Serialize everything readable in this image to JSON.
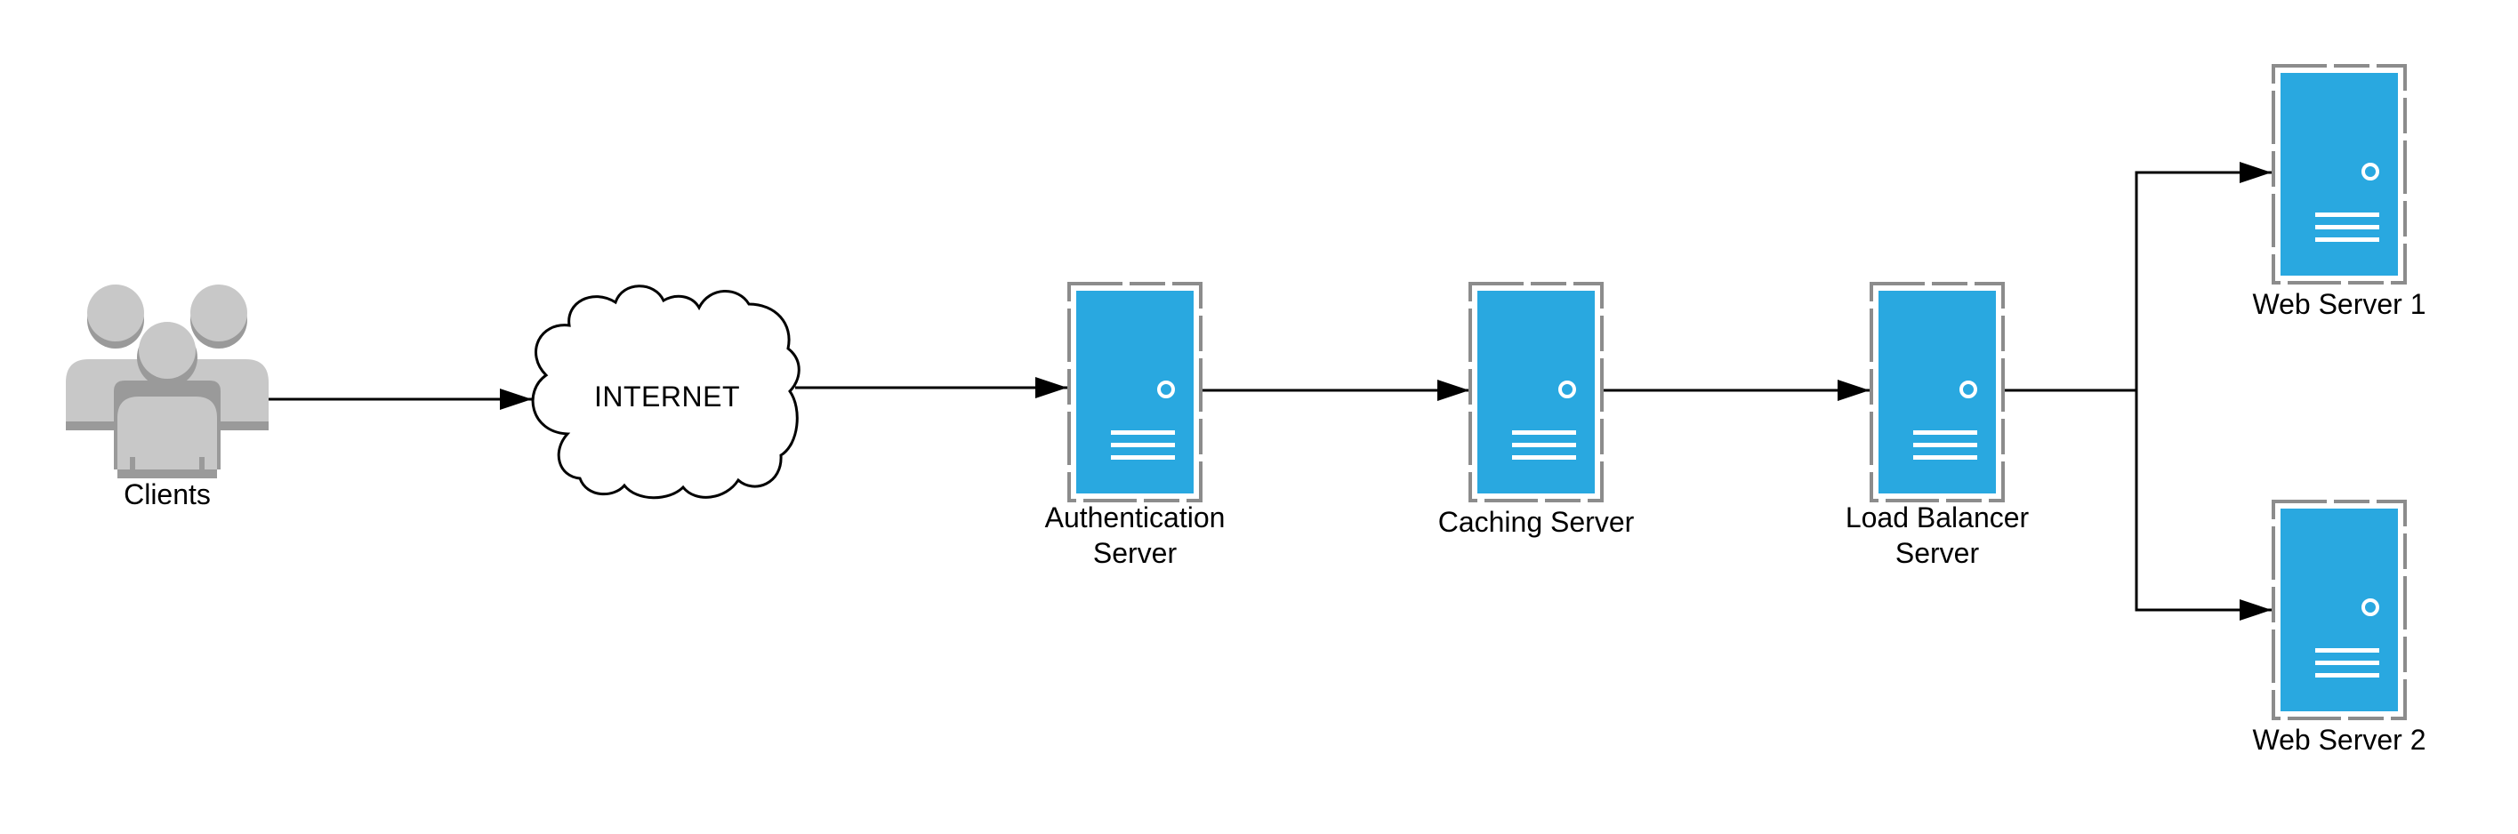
{
  "nodes": {
    "clients": {
      "label": "Clients",
      "icon": "users-icon"
    },
    "internet": {
      "label": "INTERNET",
      "icon": "cloud-icon"
    },
    "auth": {
      "label_line1": "Authentication",
      "label_line2": "Server",
      "icon": "server-icon"
    },
    "cache": {
      "label": "Caching Server",
      "icon": "server-icon"
    },
    "lb": {
      "label_line1": "Load Balancer",
      "label_line2": "Server",
      "icon": "server-icon"
    },
    "web1": {
      "label": "Web Server 1",
      "icon": "server-icon"
    },
    "web2": {
      "label": "Web Server 2",
      "icon": "server-icon"
    }
  },
  "edges": [
    {
      "from": "Clients",
      "to": "INTERNET"
    },
    {
      "from": "INTERNET",
      "to": "Authentication Server"
    },
    {
      "from": "Authentication Server",
      "to": "Caching Server"
    },
    {
      "from": "Caching Server",
      "to": "Load Balancer Server"
    },
    {
      "from": "Load Balancer Server",
      "to": "Web Server 1"
    },
    {
      "from": "Load Balancer Server",
      "to": "Web Server 2"
    }
  ],
  "colors": {
    "server_fill": "#29A8E0",
    "server_frame": "#8C8C8C",
    "users_fill": "#C8C8C8",
    "users_shadow": "#9A9A9A",
    "line": "#000000"
  }
}
